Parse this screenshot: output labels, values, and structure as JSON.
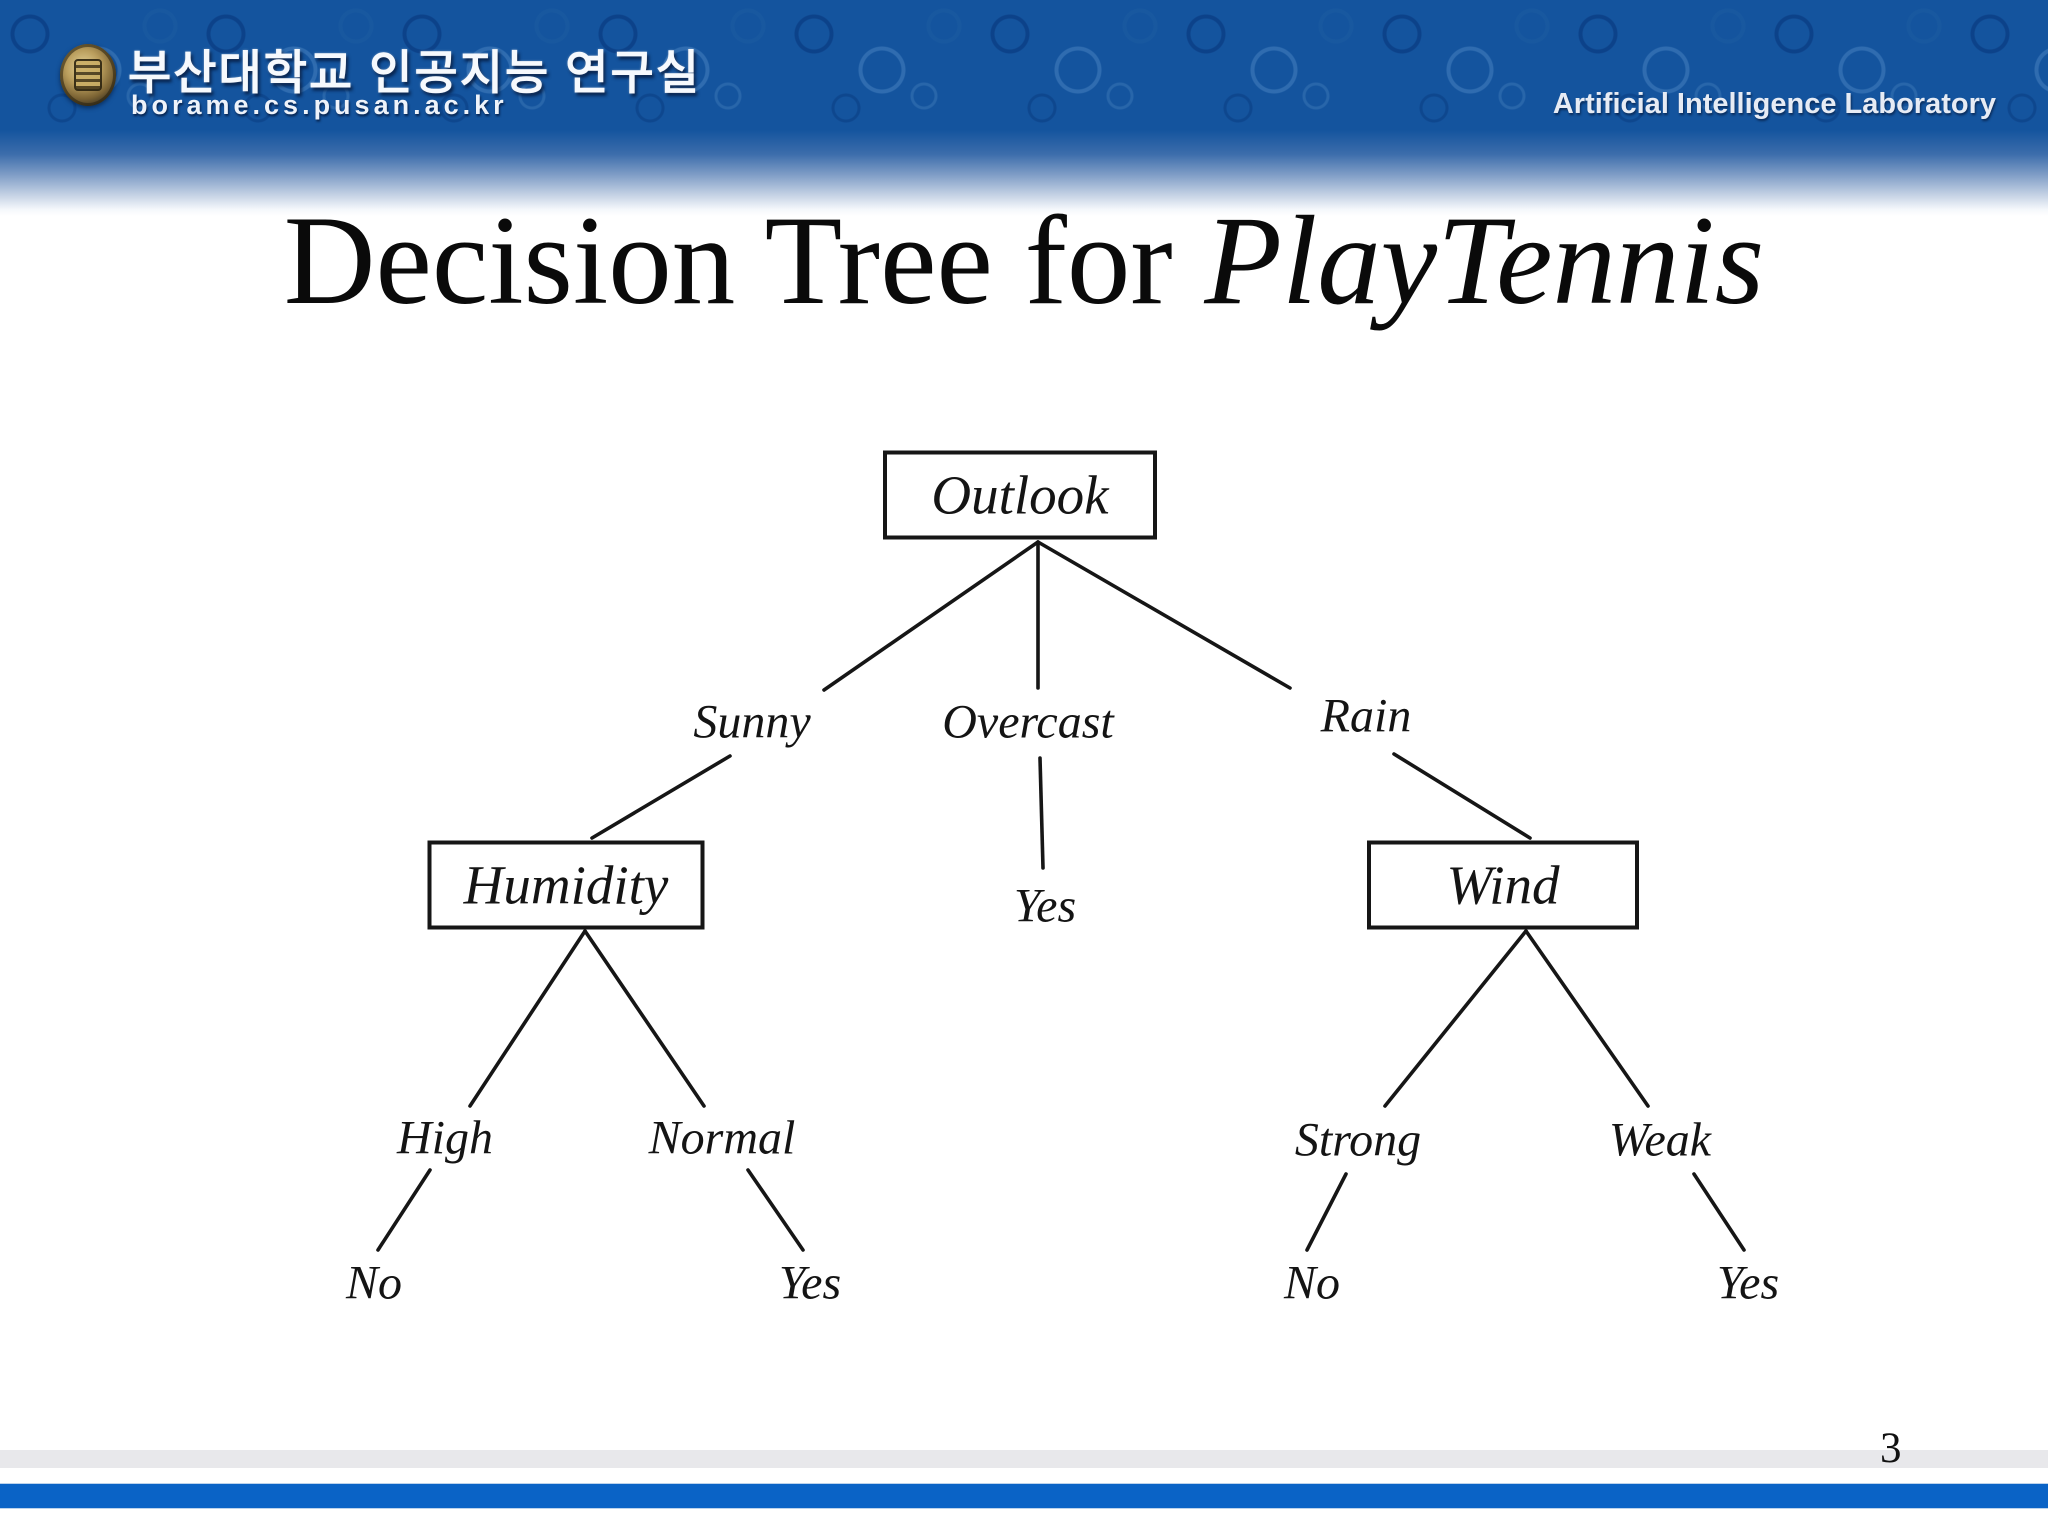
{
  "colors": {
    "header_blue": "#14549e",
    "footer_bar_blue": "#0a63c6",
    "footer_band_gray": "#e8e8eb",
    "diagram_ink": "#161616"
  },
  "header": {
    "logo_icon": "university-seal-icon",
    "lab_name_korean": "부산대학교 인공지능 연구실",
    "lab_url": "borame.cs.pusan.ac.kr",
    "lab_name_english": "Artificial Intelligence Laboratory"
  },
  "slide": {
    "title_prefix": "Decision Tree for ",
    "title_emphasis": "PlayTennis",
    "page_number": "3"
  },
  "tree": {
    "nodes": {
      "outlook": "Outlook",
      "humidity": "Humidity",
      "wind": "Wind"
    },
    "branches": {
      "sunny": "Sunny",
      "overcast": "Overcast",
      "rain": "Rain",
      "high": "High",
      "normal": "Normal",
      "strong": "Strong",
      "weak": "Weak"
    },
    "leaves": {
      "overcast_yes": "Yes",
      "high_no": "No",
      "normal_yes": "Yes",
      "strong_no": "No",
      "weak_yes": "Yes"
    },
    "structure": {
      "Outlook": {
        "Sunny": {
          "Humidity": {
            "High": "No",
            "Normal": "Yes"
          }
        },
        "Overcast": "Yes",
        "Rain": {
          "Wind": {
            "Strong": "No",
            "Weak": "Yes"
          }
        }
      }
    }
  }
}
